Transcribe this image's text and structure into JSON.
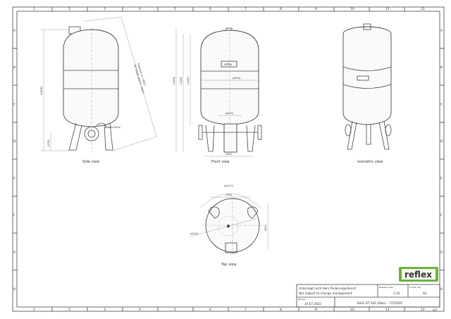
{
  "frame": {
    "columns": [
      "1",
      "2",
      "3",
      "4",
      "5",
      "6",
      "7",
      "8",
      "9",
      "10",
      "11",
      "12"
    ],
    "rows": [
      "A",
      "B",
      "C",
      "D",
      "E",
      "F",
      "G",
      "H"
    ],
    "format_corner": "A2"
  },
  "views": {
    "side": {
      "label": "Side view",
      "dims": [
        "(1618)",
        "(233)",
        "DN80 PN16",
        "Kippmaß ca. (1861)",
        "Tilt height approx. (1861)"
      ]
    },
    "front": {
      "label": "Front view",
      "dims": [
        "(1645)",
        "(1563)",
        "(1287)",
        "(ø740)",
        "(ø270)",
        "(550)"
      ]
    },
    "isometric": {
      "label": "Isometric view"
    },
    "top": {
      "label": "Top view",
      "dims": [
        "(ø1107)",
        "(554)",
        "(640)",
        "(ø740)"
      ]
    }
  },
  "logo": {
    "text": "reflex",
    "color": "#6db33f"
  },
  "badge": {
    "text": "reflex"
  },
  "title_block": {
    "notice_de": "Unterliegt nicht dem Änderungsdienst/",
    "notice_en": "Not subject to change management",
    "scale_label": "Maßstab/ Scale",
    "scale_value": "1:10",
    "format_label": "Format/ Size",
    "format_value": "A2",
    "revision_label": "Revision",
    "revision_date": "14.07.2022",
    "title": "Reflx DT 500 16bar  –  7370505"
  }
}
